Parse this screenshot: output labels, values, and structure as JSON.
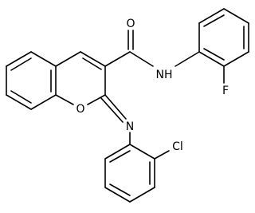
{
  "atom_labels": {
    "carbonyl_oxygen": "O",
    "amide_nitrogen": "NH",
    "fluorine": "F",
    "ring_oxygen": "O",
    "imine_nitrogen": "N",
    "chlorine": "Cl"
  }
}
